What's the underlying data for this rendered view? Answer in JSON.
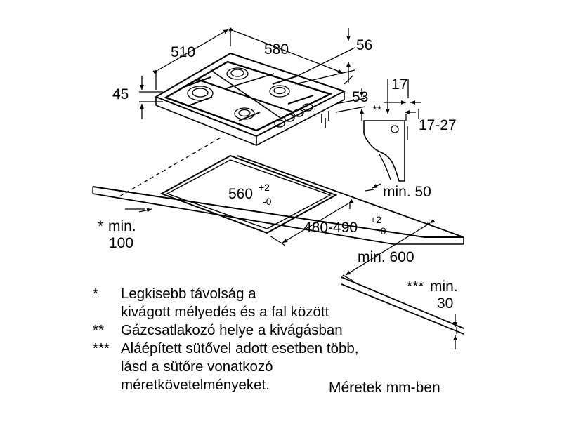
{
  "dimensions": {
    "hob_depth": "510",
    "hob_width": "580",
    "hob_height_total": "56",
    "hob_height_base": "45",
    "hob_edge_offset": "53",
    "connector_width": "17",
    "connector_range": "17-27",
    "connector_marker": "**",
    "cutout_width": "560",
    "cutout_width_tol_plus": "+2",
    "cutout_width_tol_minus": "-0",
    "cutout_depth": "480-490",
    "cutout_depth_tol_plus": "+2",
    "cutout_depth_tol_minus": "-0",
    "min_back": "min. 50",
    "min_front": "min. 600",
    "min_side_marker": "*",
    "min_side_label": "min.",
    "min_side_value": "100",
    "min_below_marker": "***",
    "min_below_label": "min.",
    "min_below_value": "30"
  },
  "notes": [
    {
      "mark": "*",
      "lines": [
        "Legkisebb távolság a",
        "kivágott mélyedés és a fal között"
      ]
    },
    {
      "mark": "**",
      "lines": [
        "Gázcsatlakozó helye a kivágásban"
      ]
    },
    {
      "mark": "***",
      "lines": [
        "Aláépített sütővel adott esetben több,",
        "lásd a sütőre vonatkozó",
        "méretkövetelményeket."
      ]
    }
  ],
  "units_label": "Méretek mm-ben"
}
